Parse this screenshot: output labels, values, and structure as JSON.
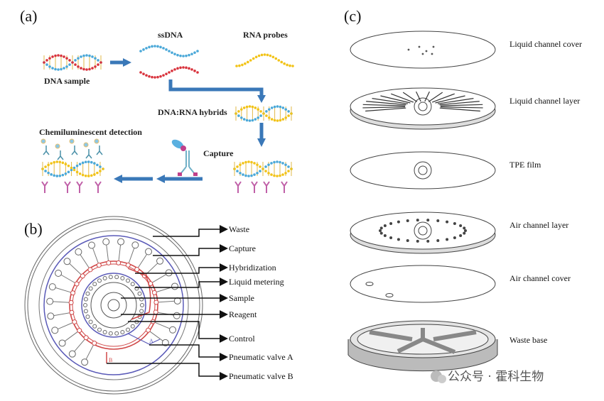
{
  "panels": {
    "a": {
      "label": "(a)",
      "steps": {
        "dna_sample": "DNA sample",
        "ssdna": "ssDNA",
        "rna_probes": "RNA probes",
        "hybrids": "DNA:RNA hybrids",
        "capture": "Capture",
        "detection": "Chemiluminescent detection"
      }
    },
    "b": {
      "label": "(b)",
      "callouts": [
        "Waste",
        "Capture",
        "Hybridization",
        "Liquid metering",
        "Sample",
        "Reagent",
        "Control",
        "Pneumatic valve A",
        "Pneumatic valve B"
      ],
      "valve_marks": [
        "A",
        "B"
      ]
    },
    "c": {
      "label": "(c)",
      "layers": [
        "Liquid channel cover",
        "Liquid channel layer",
        "TPE film",
        "Air channel layer",
        "Air channel cover",
        "Waste base"
      ]
    }
  },
  "watermark": "公众号 · 霍科生物",
  "colors": {
    "dna_blue": "#4aa8d8",
    "dna_red": "#d8323c",
    "rna_yellow": "#f2c318",
    "arrow_blue": "#3a78b8",
    "antibody_pink": "#c060a8",
    "channel_blue": "#5a5ab8",
    "channel_red": "#d04848"
  }
}
